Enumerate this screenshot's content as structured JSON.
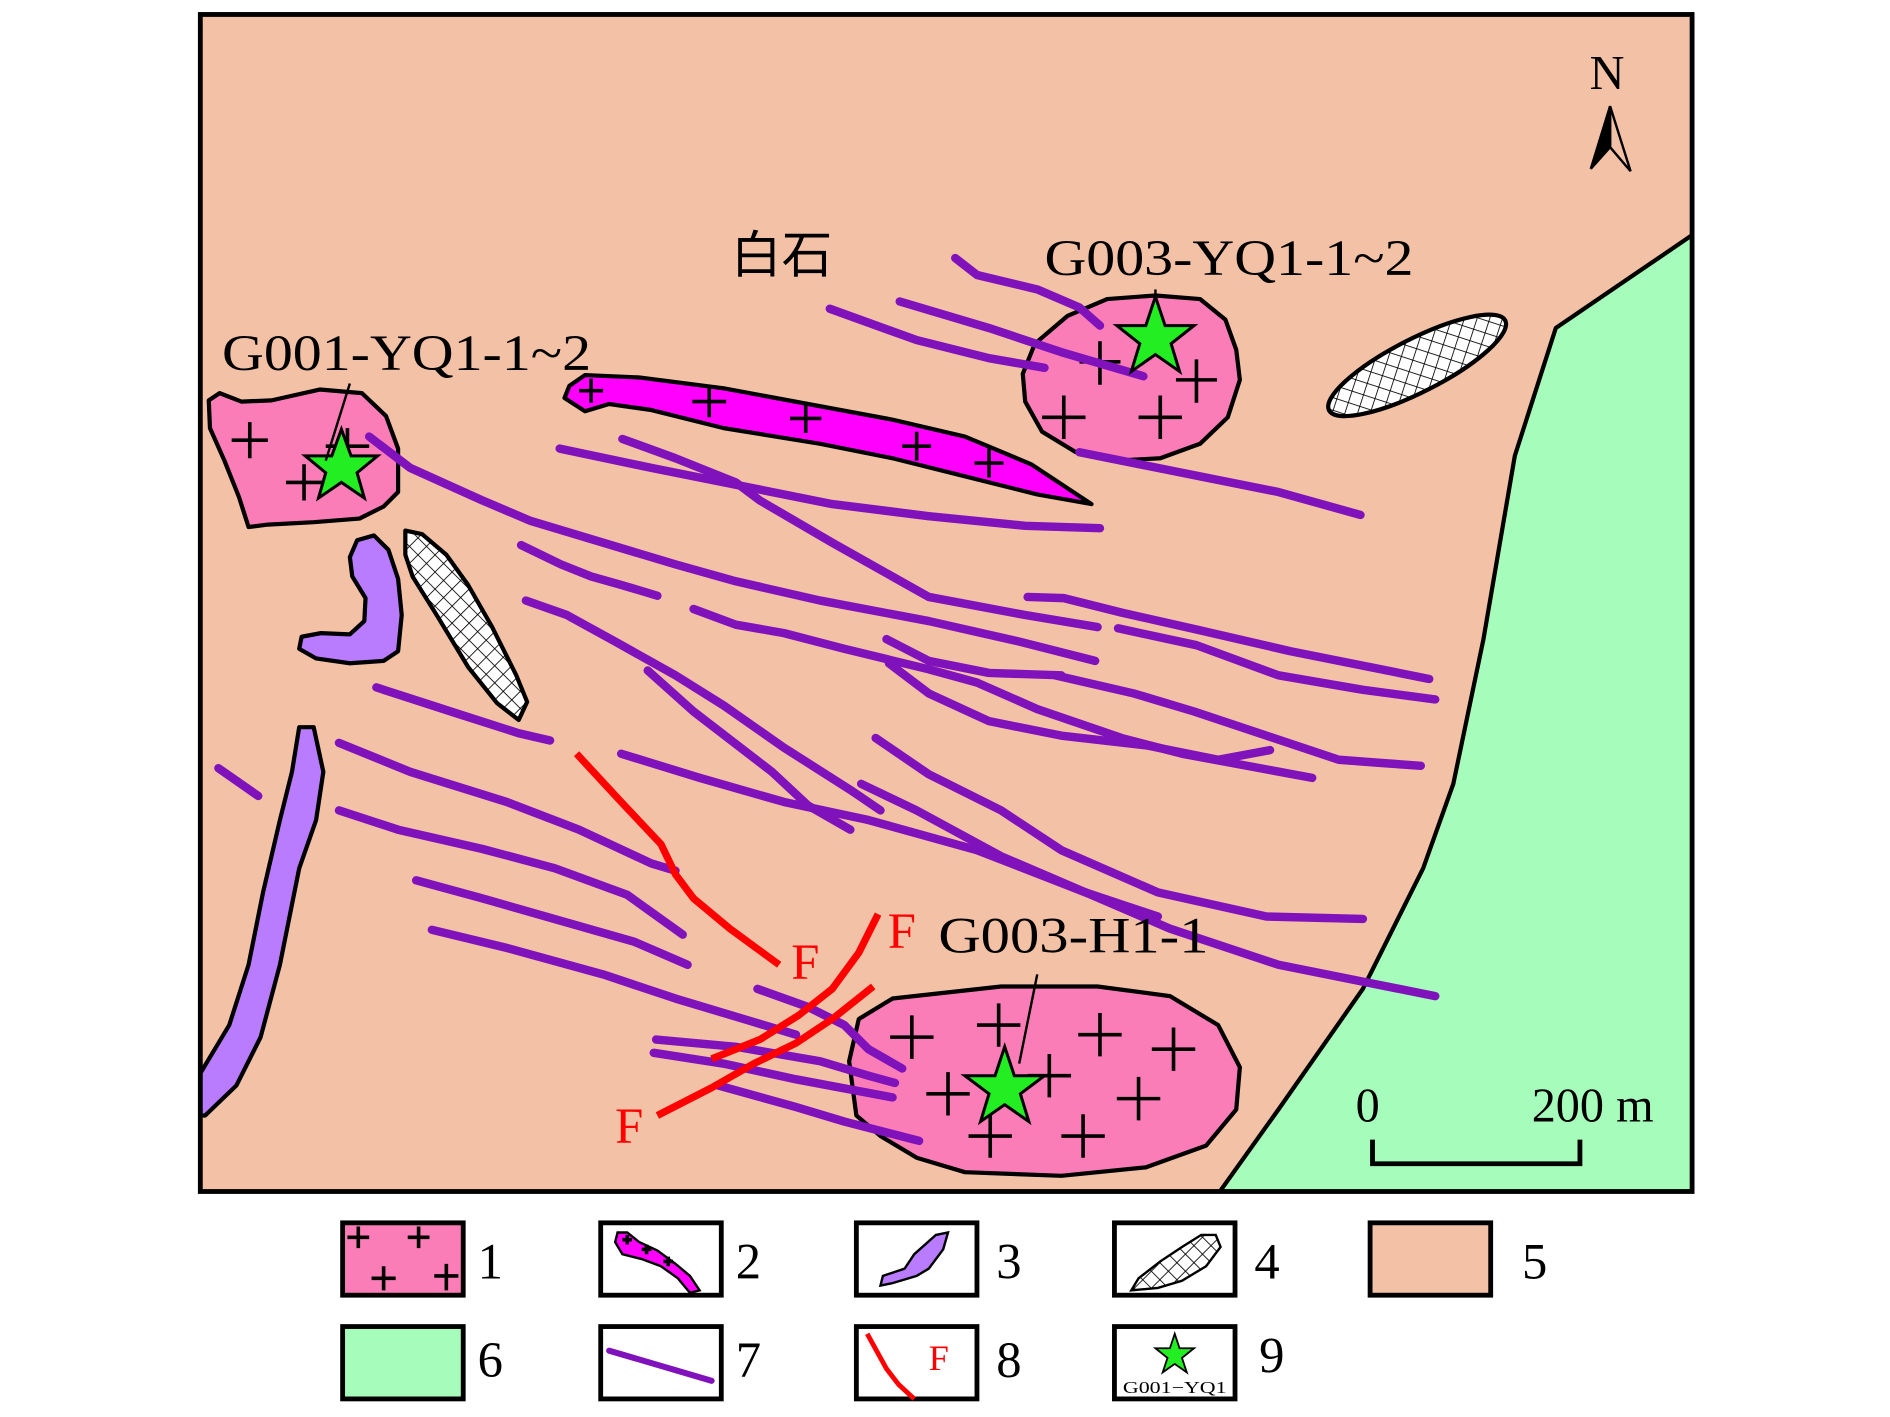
{
  "map": {
    "north_label": "N",
    "place_name": "白石",
    "samples": [
      {
        "id": "G001-YQ1-1~2"
      },
      {
        "id": "G003-YQ1-1~2"
      },
      {
        "id": "G003-H1-1"
      }
    ],
    "fault_label": "F",
    "scale_bar": {
      "start_label": "0",
      "end_label": "200 m",
      "length_m": 200
    }
  },
  "colors": {
    "background": "#f2c1a6",
    "granite_pink": "#fb7db8",
    "dike_magenta": "#ff00ff",
    "lavender_body": "#b97cff",
    "green_unit": "#a6fdbb",
    "dike_line": "#7f12bb",
    "fault_line": "#ff0000",
    "sample_star": "#22ee22"
  },
  "legend": [
    {
      "num": "1",
      "symbol": "granite-pluton"
    },
    {
      "num": "2",
      "symbol": "granite-dike"
    },
    {
      "num": "3",
      "symbol": "lavender-intrusion"
    },
    {
      "num": "4",
      "symbol": "crosshatched-body"
    },
    {
      "num": "5",
      "symbol": "host-strata"
    },
    {
      "num": "6",
      "symbol": "green-unit"
    },
    {
      "num": "7",
      "symbol": "vein"
    },
    {
      "num": "8",
      "symbol": "fault",
      "text": "F"
    },
    {
      "num": "9",
      "symbol": "sample-location",
      "text": "G001−YQ1"
    }
  ]
}
